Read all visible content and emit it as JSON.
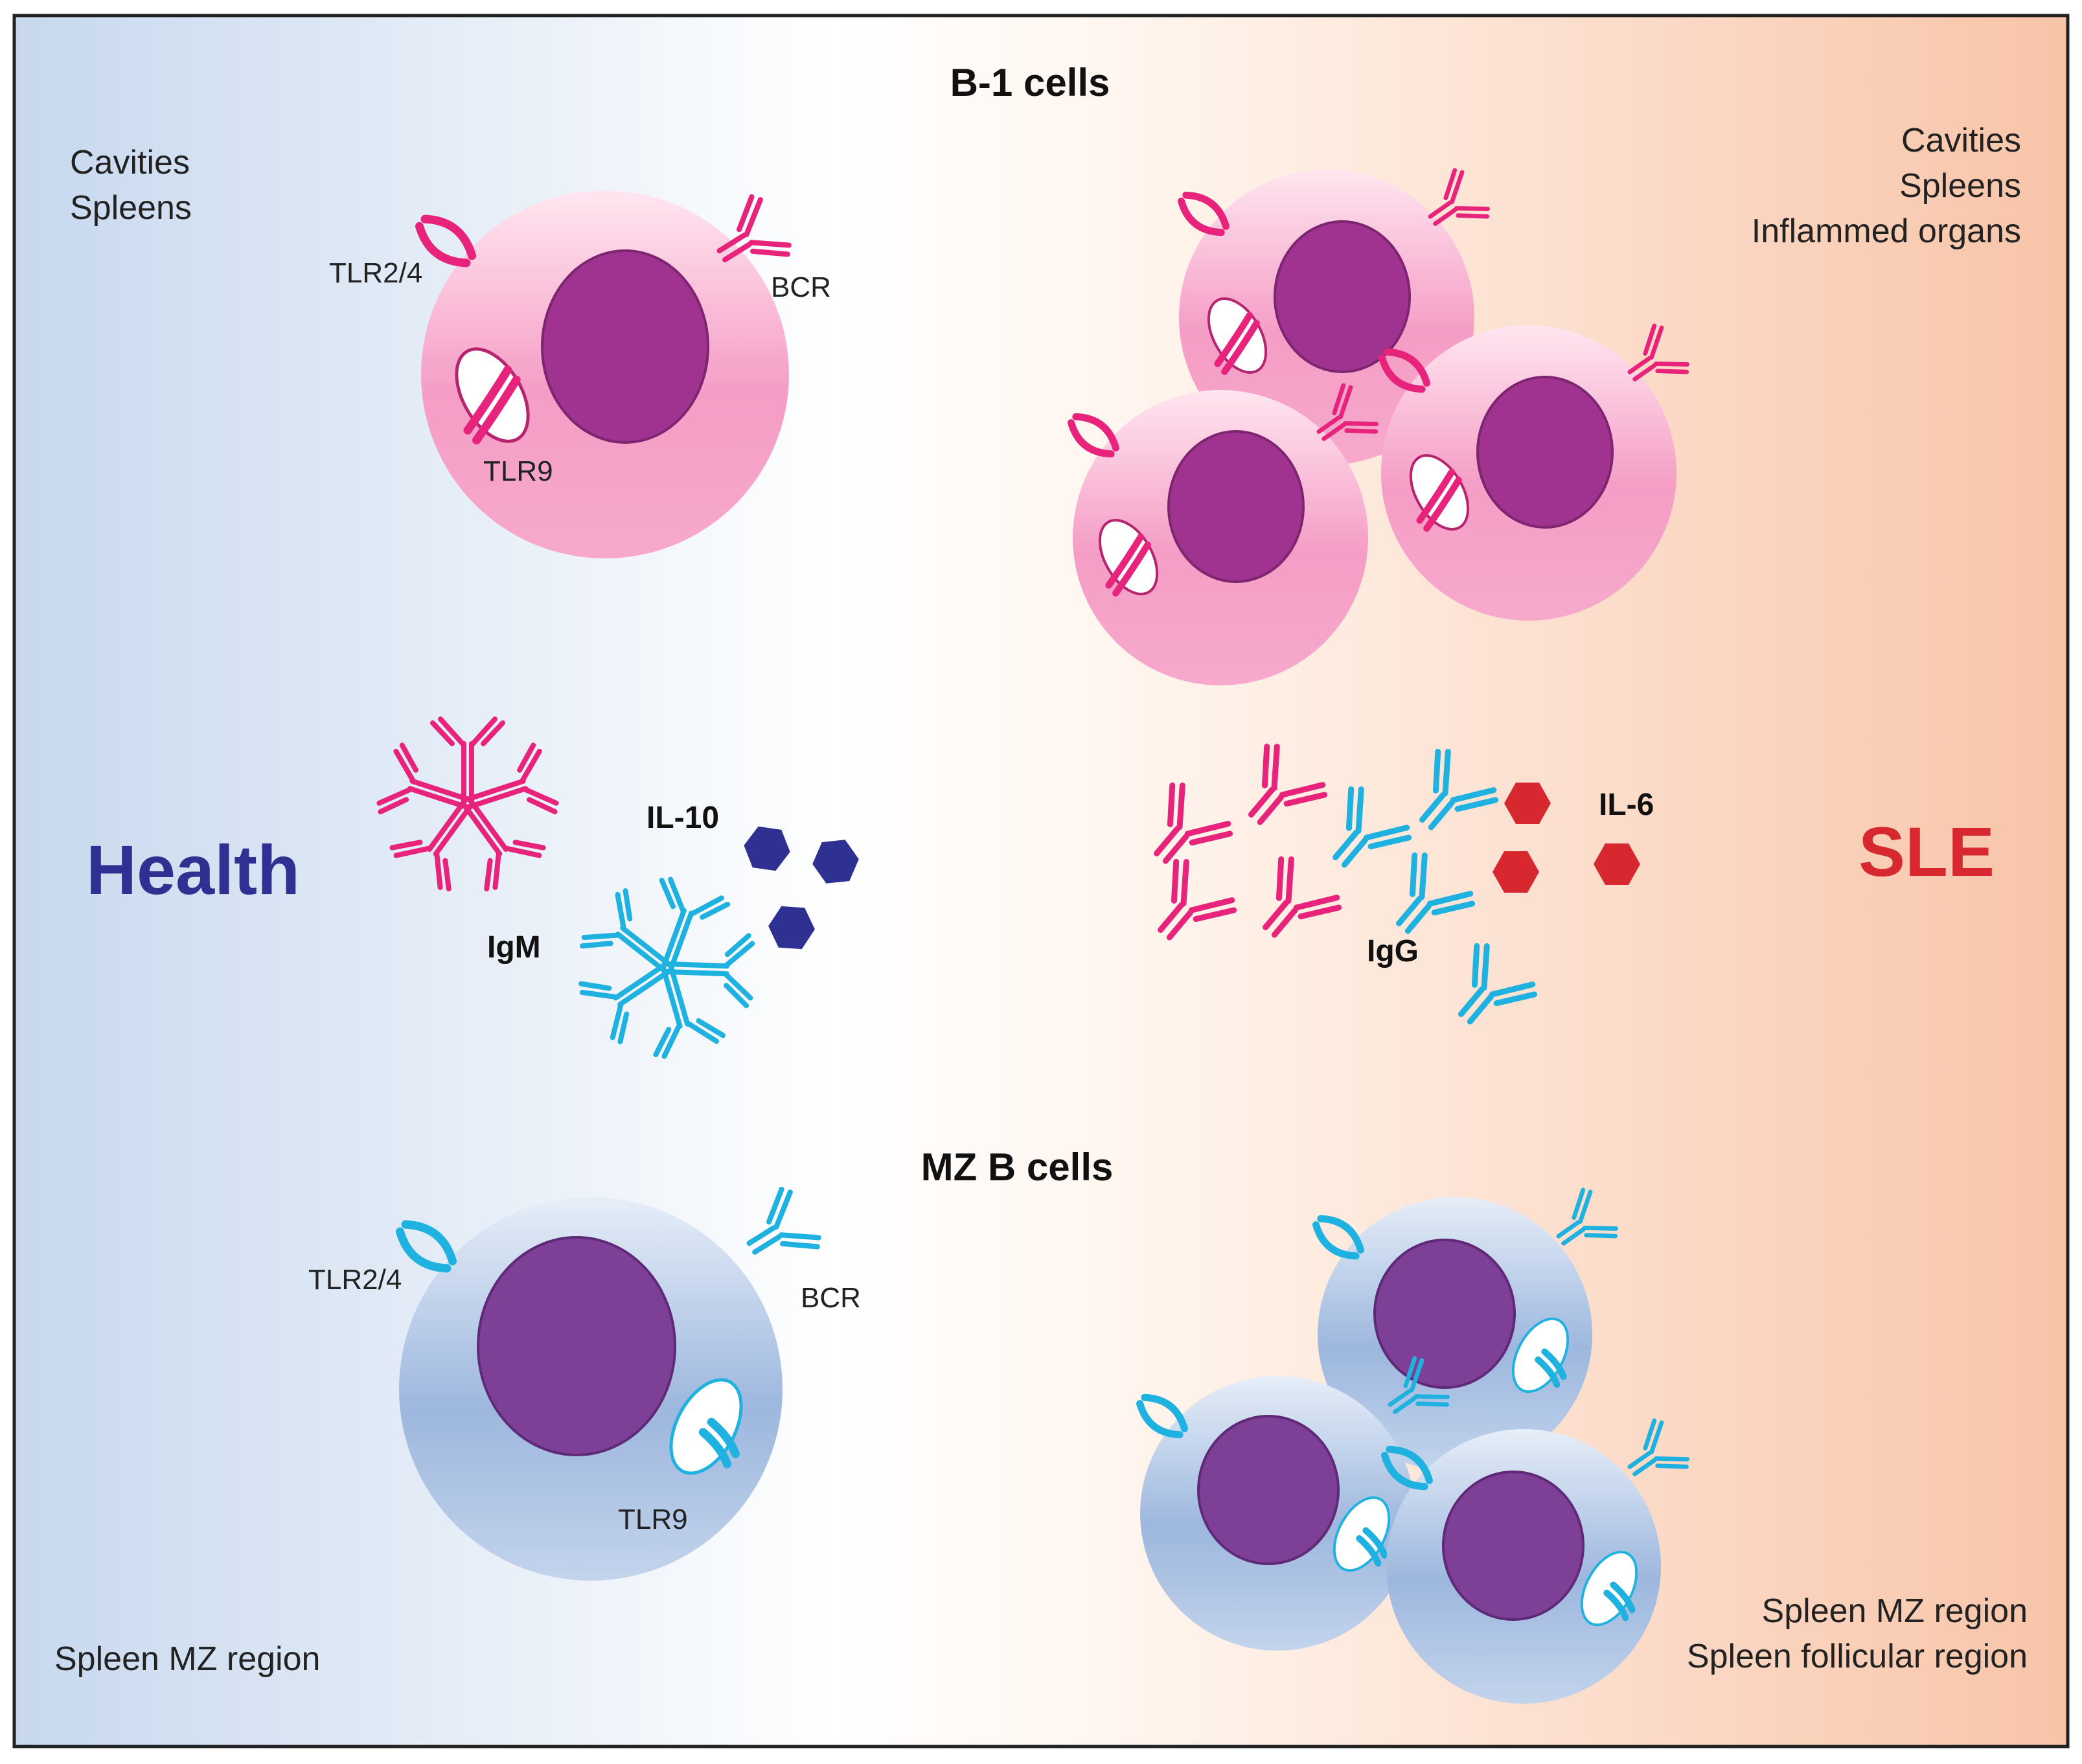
{
  "sections": {
    "top_title": "B-1 cells",
    "bottom_title": "MZ B cells"
  },
  "conditions": {
    "left": {
      "label": "Health",
      "color": "#2E3192"
    },
    "right": {
      "label": "SLE",
      "color": "#D7282F"
    }
  },
  "locations": {
    "b1_health": [
      "Cavities",
      "Spleens"
    ],
    "b1_sle": [
      "Cavities",
      "Spleens",
      "Inflammed organs"
    ],
    "mz_health": [
      "Spleen MZ region"
    ],
    "mz_sle": [
      "Spleen MZ region",
      "Spleen follicular region"
    ]
  },
  "receptors": {
    "tlr24": "TLR2/4",
    "bcr": "BCR",
    "tlr9": "TLR9"
  },
  "molecules": {
    "igm": "IgM",
    "igg": "IgG",
    "il10": "IL-10",
    "il6": "IL-6"
  },
  "colors": {
    "b1_receptor": "#E8237B",
    "mz_receptor": "#1FB2E0",
    "nucleus": "#A0338F",
    "mz_nucleus": "#7E3F96",
    "il10_hex": "#2E3192",
    "il6_hex": "#D7282F",
    "health_bg": "#C7D8EE",
    "sle_bg": "#F8C4A8"
  }
}
